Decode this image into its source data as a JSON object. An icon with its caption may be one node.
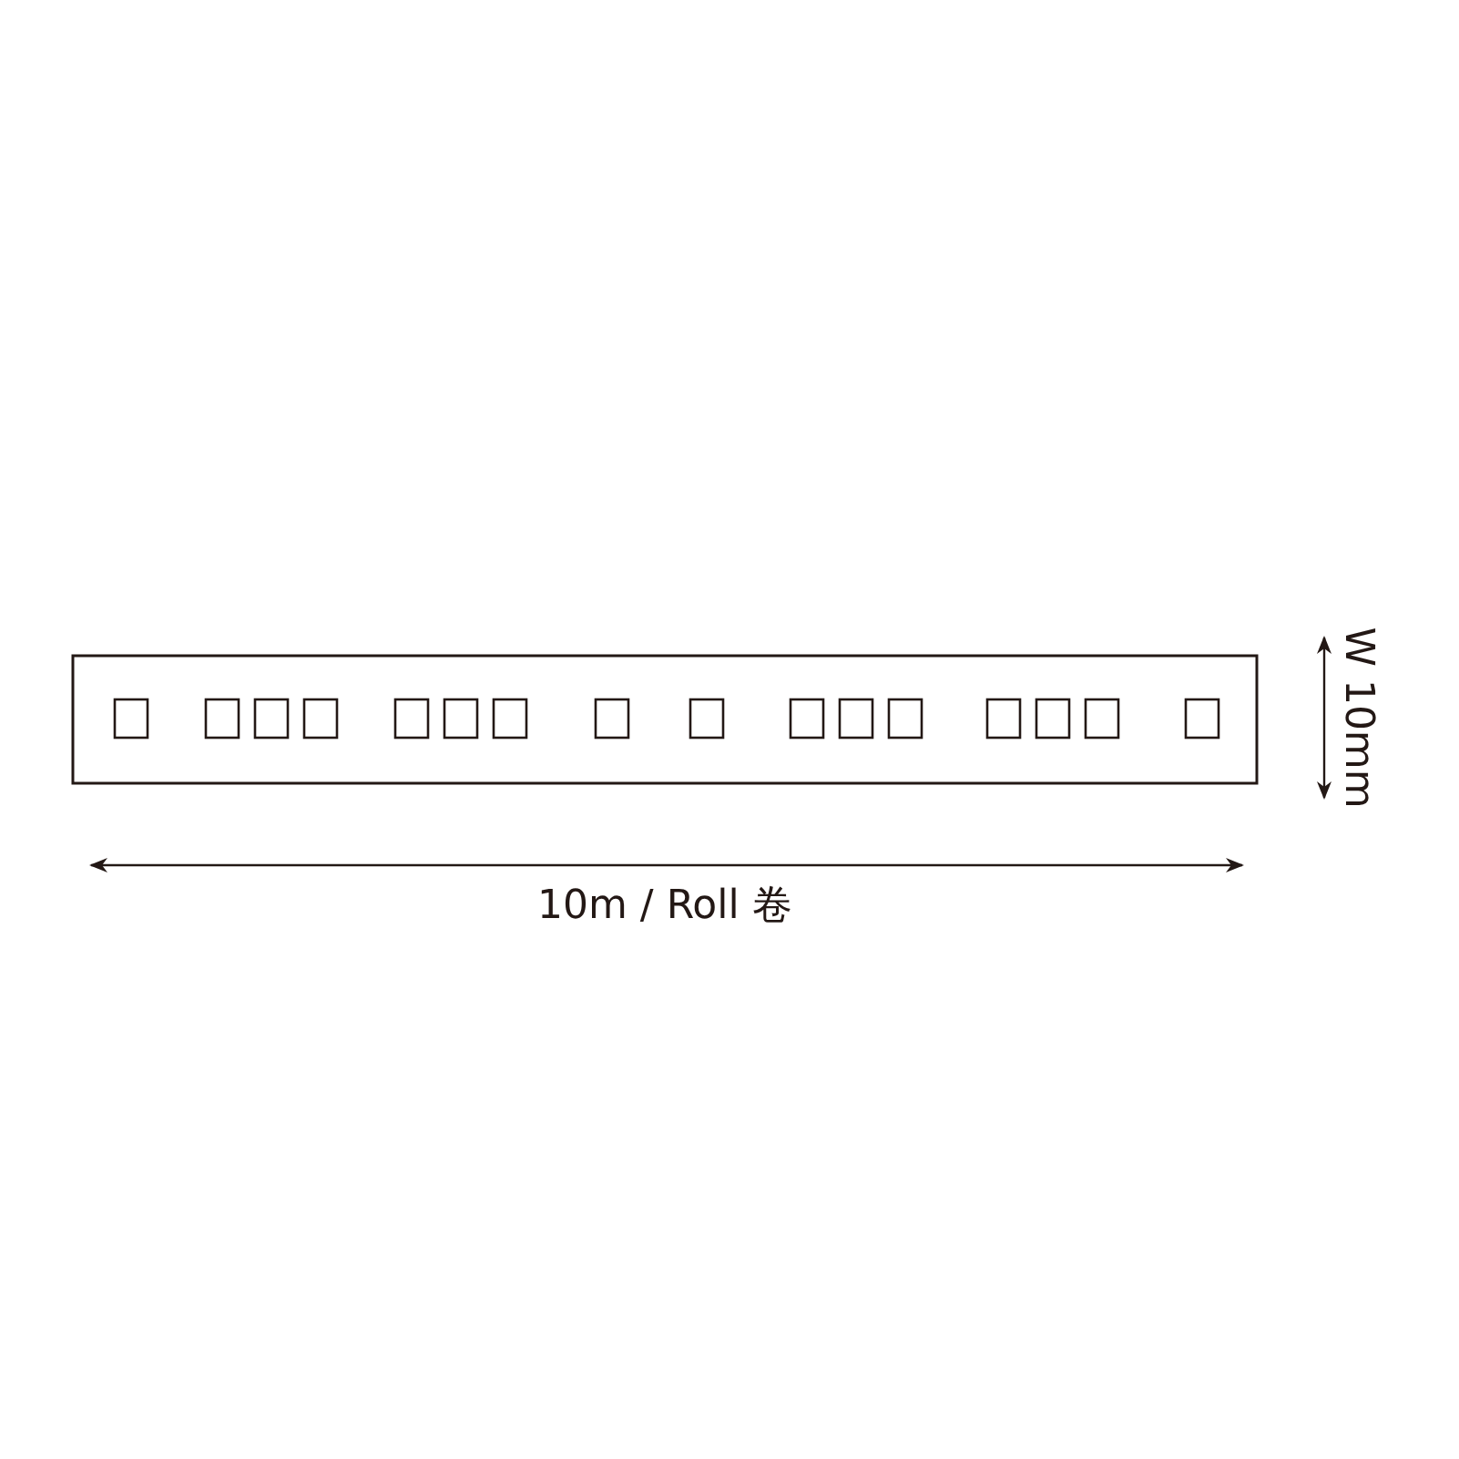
{
  "diagram": {
    "nodes": [
      {
        "text": [],
        "shape": "bar"
      }
    ],
    "labels": [
      "10m / Roll 卷",
      "W 10mm"
    ]
  }
}
